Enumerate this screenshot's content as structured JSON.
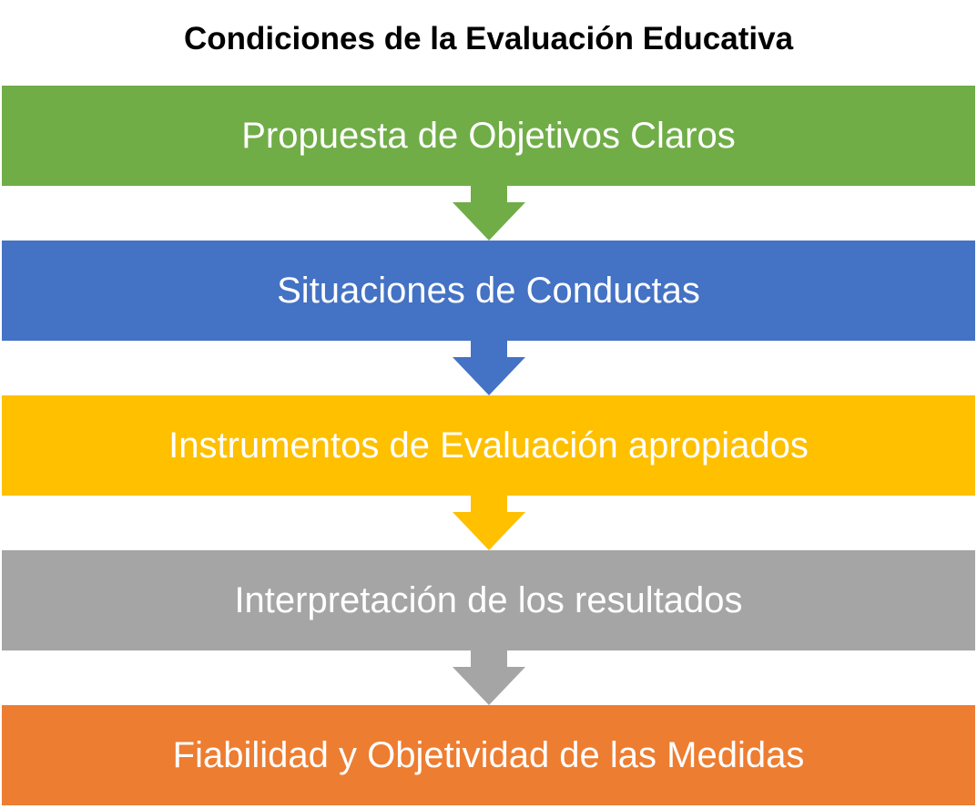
{
  "title": "Condiciones de la Evaluación Educativa",
  "steps": [
    {
      "label": "Propuesta de Objetivos Claros",
      "color": "#70AD47"
    },
    {
      "label": "Situaciones de Conductas",
      "color": "#4472C4"
    },
    {
      "label": "Instrumentos de Evaluación apropiados",
      "color": "#FFC000"
    },
    {
      "label": "Interpretación de los resultados",
      "color": "#A5A5A5"
    },
    {
      "label": "Fiabilidad y Objetividad de las Medidas",
      "color": "#ED7D31"
    }
  ]
}
